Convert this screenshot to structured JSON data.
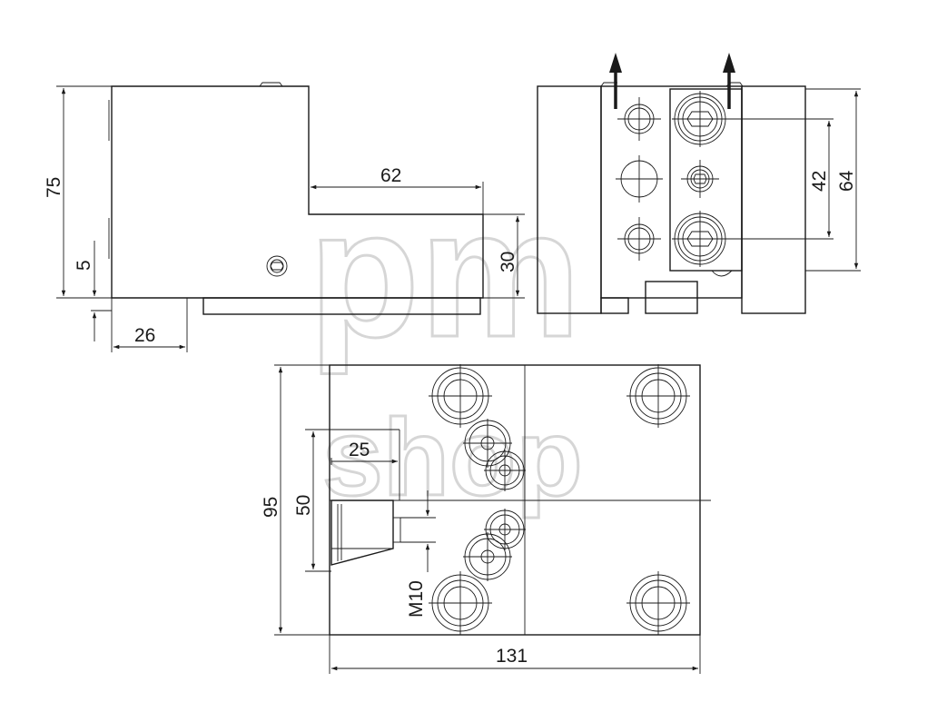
{
  "watermark": {
    "line1": "pm",
    "line2": "shop"
  },
  "side_view": {
    "dim_height": "75",
    "dim_step_width": "62",
    "dim_step_height": "30",
    "dim_base": "5",
    "dim_offset": "26"
  },
  "end_view": {
    "dim_inner": "42",
    "dim_outer": "64"
  },
  "top_view": {
    "dim_height": "95",
    "dim_width": "131",
    "dim_inner_height": "50",
    "dim_inner_width": "25",
    "thread_label": "M10"
  },
  "colors": {
    "line": "#1a1a1a",
    "watermark": "#d6d6d6",
    "background": "#ffffff"
  }
}
